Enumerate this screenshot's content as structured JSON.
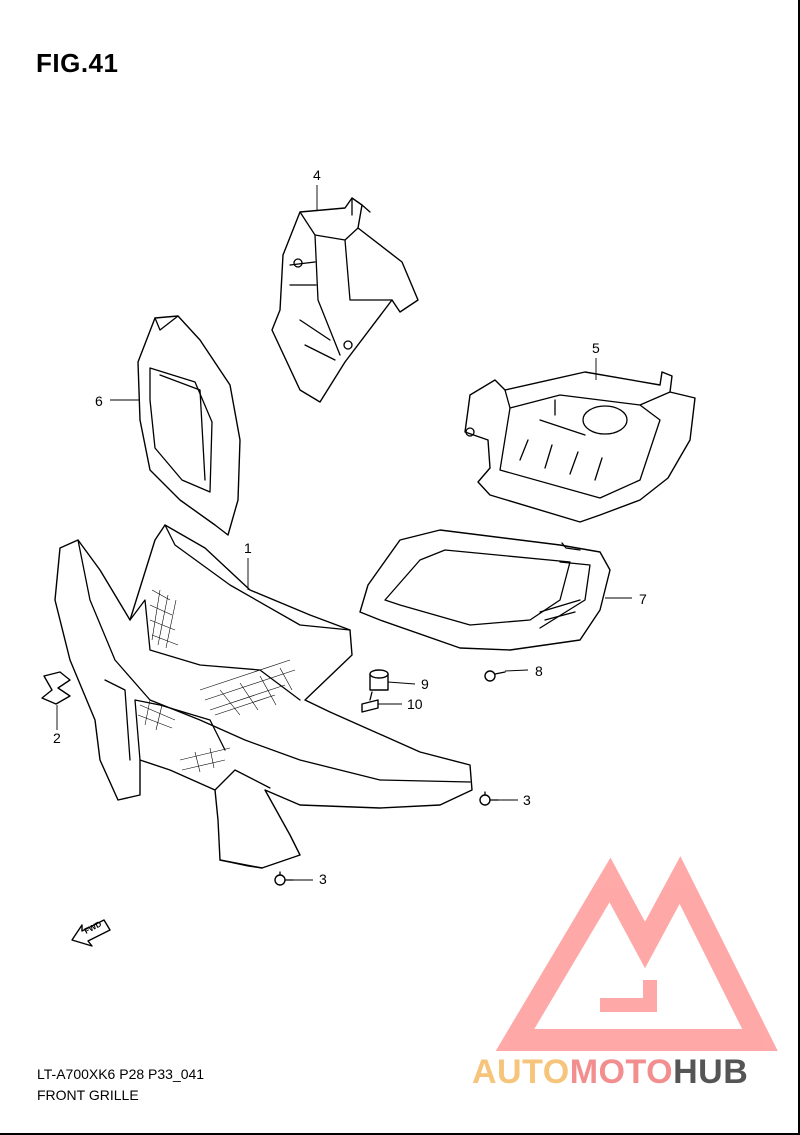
{
  "header": {
    "fig_label": "FIG.41"
  },
  "callouts": [
    {
      "id": "1",
      "label": "1"
    },
    {
      "id": "2",
      "label": "2"
    },
    {
      "id": "3a",
      "label": "3"
    },
    {
      "id": "3b",
      "label": "3"
    },
    {
      "id": "4",
      "label": "4"
    },
    {
      "id": "5",
      "label": "5"
    },
    {
      "id": "6",
      "label": "6"
    },
    {
      "id": "7",
      "label": "7"
    },
    {
      "id": "8",
      "label": "8"
    },
    {
      "id": "9",
      "label": "9"
    },
    {
      "id": "10",
      "label": "10"
    }
  ],
  "fwd_label": "FWD",
  "footer": {
    "code": "LT-A700XK6 P28 P33_041",
    "name": "FRONT GRILLE"
  },
  "watermark": {
    "parts": [
      "AUTO",
      "MOTO",
      "HUB"
    ],
    "colors": {
      "auto": "#f6c47a",
      "moto": "#f28e8e",
      "hub": "#555555",
      "logo": "#ff9a9a"
    }
  }
}
